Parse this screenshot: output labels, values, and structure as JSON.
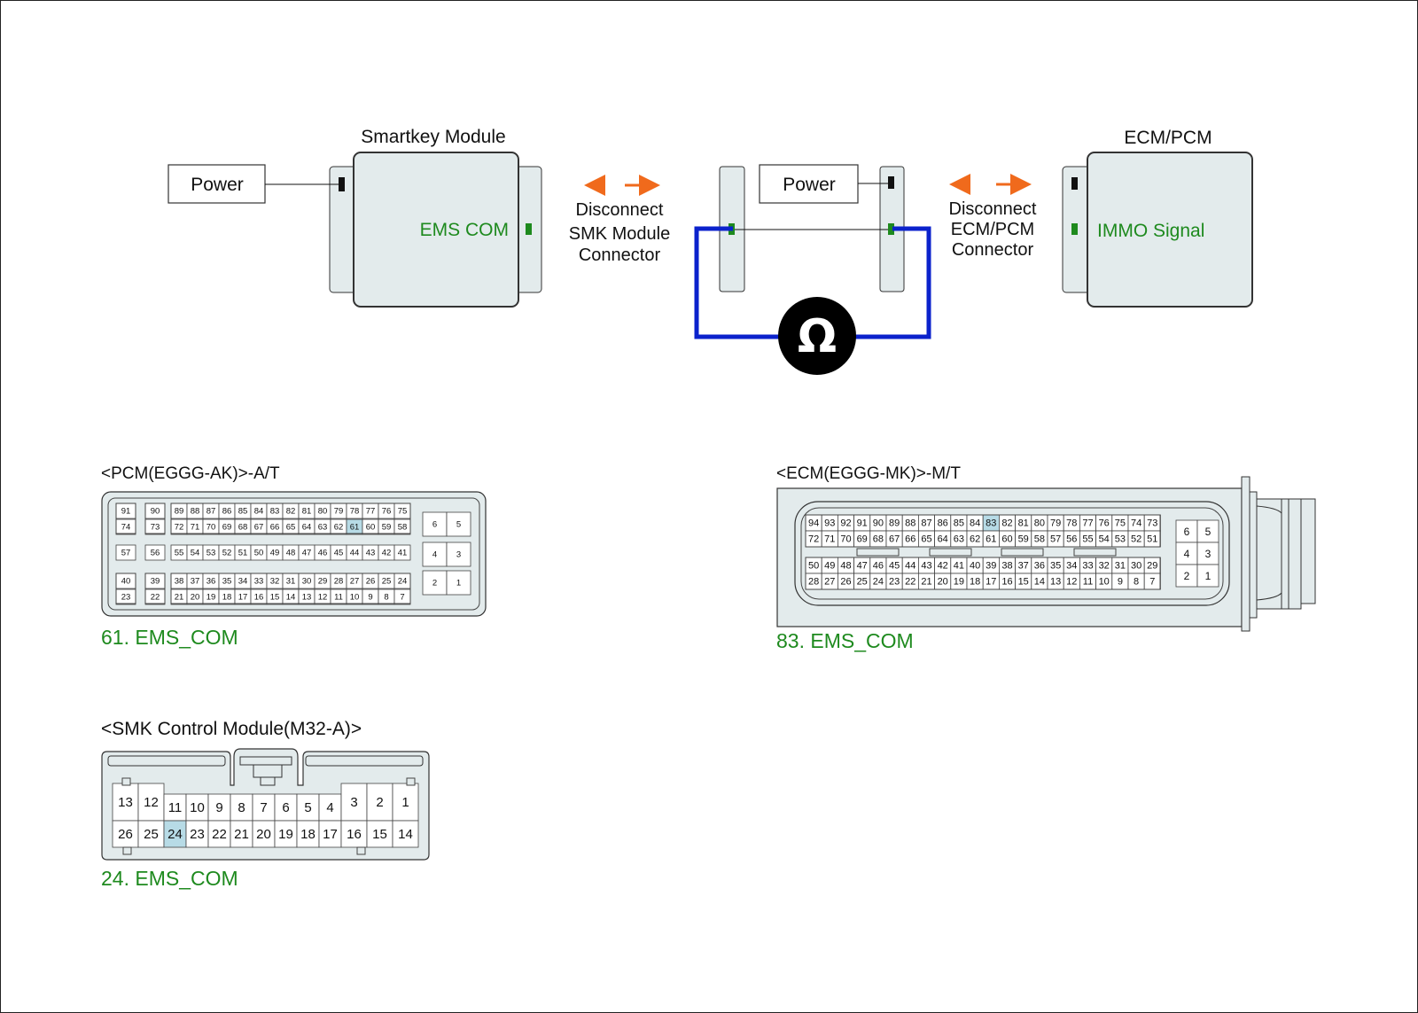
{
  "schematic": {
    "smartkey_title": "Smartkey Module",
    "ecm_title": "ECM/PCM",
    "power_left": "Power",
    "power_mid": "Power",
    "ems_com_label": "EMS COM",
    "immo_signal_label": "IMMO Signal",
    "disconnect_left": [
      "Disconnect",
      "SMK Module",
      "Connector"
    ],
    "disconnect_right": [
      "Disconnect",
      "ECM/PCM",
      "Connector"
    ],
    "ohm_symbol": "Ω",
    "colors": {
      "wire": "#0b22cc",
      "arrow": "#f06a1c",
      "label_green": "#1e8a1e",
      "pin_highlight": "#b7dbe6"
    }
  },
  "pcm": {
    "title": "<PCM(EGGG-AK)>-A/T",
    "caption": "61. EMS_COM",
    "highlight": "61",
    "rows": [
      [
        [
          "91"
        ],
        [
          "90"
        ],
        [
          "89",
          "88",
          "87",
          "86",
          "85",
          "84",
          "83",
          "82",
          "81",
          "80",
          "79",
          "78",
          "77",
          "76",
          "75"
        ],
        [
          "6",
          "5"
        ]
      ],
      [
        [
          "74"
        ],
        [
          "73"
        ],
        [
          "72",
          "71",
          "70",
          "69",
          "68",
          "67",
          "66",
          "65",
          "64",
          "63",
          "62",
          "61",
          "60",
          "59",
          "58"
        ]
      ],
      [
        [
          "57"
        ],
        [
          "56"
        ],
        [
          "55",
          "54",
          "53",
          "52",
          "51",
          "50",
          "49",
          "48",
          "47",
          "46",
          "45",
          "44",
          "43",
          "42",
          "41"
        ],
        [
          "4",
          "3"
        ]
      ],
      [
        [
          "40"
        ],
        [
          "39"
        ],
        [
          "38",
          "37",
          "36",
          "35",
          "34",
          "33",
          "32",
          "31",
          "30",
          "29",
          "28",
          "27",
          "26",
          "25",
          "24"
        ],
        [
          "2",
          "1"
        ]
      ],
      [
        [
          "23"
        ],
        [
          "22"
        ],
        [
          "21",
          "20",
          "19",
          "18",
          "17",
          "16",
          "15",
          "14",
          "13",
          "12",
          "11",
          "10",
          "9",
          "8",
          "7"
        ]
      ]
    ]
  },
  "ecm": {
    "title": "<ECM(EGGG-MK)>-M/T",
    "caption": "83. EMS_COM",
    "highlight": "83",
    "rows": [
      [
        "94",
        "93",
        "92",
        "91",
        "90",
        "89",
        "88",
        "87",
        "86",
        "85",
        "84",
        "83",
        "82",
        "81",
        "80",
        "79",
        "78",
        "77",
        "76",
        "75",
        "74",
        "73"
      ],
      [
        "72",
        "71",
        "70",
        "69",
        "68",
        "67",
        "66",
        "65",
        "64",
        "63",
        "62",
        "61",
        "60",
        "59",
        "58",
        "57",
        "56",
        "55",
        "54",
        "53",
        "52",
        "51"
      ],
      [
        "50",
        "49",
        "48",
        "47",
        "46",
        "45",
        "44",
        "43",
        "42",
        "41",
        "40",
        "39",
        "38",
        "37",
        "36",
        "35",
        "34",
        "33",
        "32",
        "31",
        "30",
        "29"
      ],
      [
        "28",
        "27",
        "26",
        "25",
        "24",
        "23",
        "22",
        "21",
        "20",
        "19",
        "18",
        "17",
        "16",
        "15",
        "14",
        "13",
        "12",
        "11",
        "10",
        "9",
        "8",
        "7"
      ]
    ],
    "side": [
      [
        "6",
        "5"
      ],
      [
        "4",
        "3"
      ],
      [
        "2",
        "1"
      ]
    ]
  },
  "smk": {
    "title": "<SMK Control Module(M32-A)>",
    "caption": "24. EMS_COM",
    "highlight": "24",
    "top": [
      "13",
      "12",
      "11",
      "10",
      "9",
      "8",
      "7",
      "6",
      "5",
      "4",
      "3",
      "2",
      "1"
    ],
    "bottom": [
      "26",
      "25",
      "24",
      "23",
      "22",
      "21",
      "20",
      "19",
      "18",
      "17",
      "16",
      "15",
      "14"
    ]
  }
}
